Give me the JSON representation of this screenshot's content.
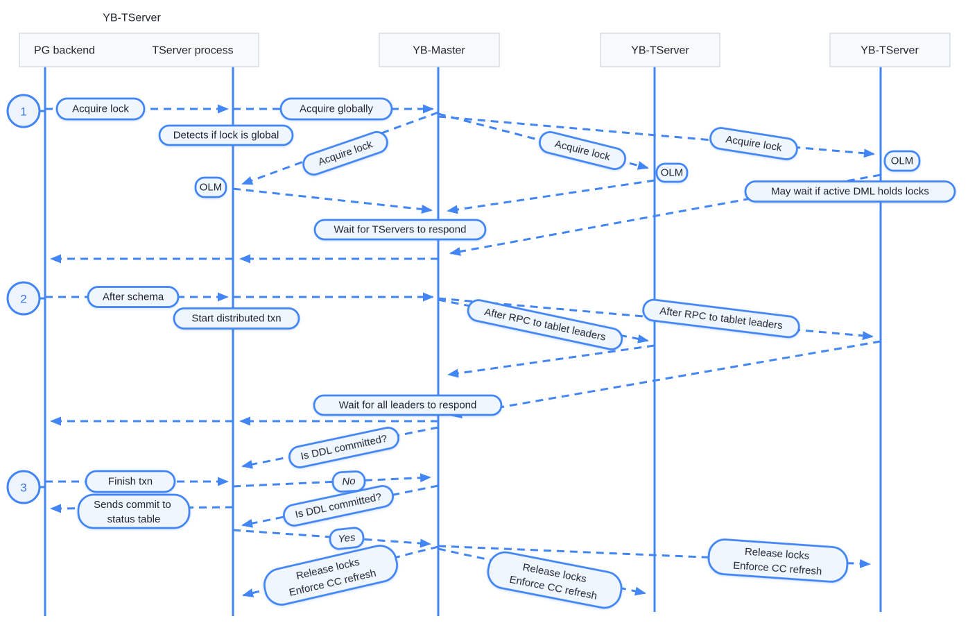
{
  "diagram": {
    "group_label": "YB-TServer",
    "actors": {
      "pg": "PG backend",
      "tsproc": "TServer process",
      "master": "YB-Master",
      "tserver1": "YB-TServer",
      "tserver2": "YB-TServer"
    },
    "step_numbers": [
      "1",
      "2",
      "3"
    ],
    "labels": {
      "acquire_lock": "Acquire lock",
      "acquire_globally": "Acquire globally",
      "detects_global": "Detects if lock is global",
      "olm": "OLM",
      "may_wait_dml": "May wait if active DML holds locks",
      "wait_tservers": "Wait for TServers to respond",
      "after_schema": "After schema",
      "start_distributed_txn": "Start distributed txn",
      "after_rpc_leaders": "After RPC to tablet leaders",
      "wait_leaders": "Wait for all leaders to respond",
      "is_ddl_committed": "Is DDL committed?",
      "finish_txn": "Finish txn",
      "no": "No",
      "yes": "Yes",
      "sends_commit_lines": [
        "Sends commit to",
        "status table"
      ],
      "release_locks_lines": [
        "Release locks",
        "Enforce CC refresh"
      ]
    },
    "colors": {
      "line_blue": "#4285f4",
      "bubble_fill": "#f0f6fe",
      "bubble_border": "#4285f4",
      "actor_box_fill": "#f8f9fb",
      "actor_box_border": "#d9dee6",
      "text_dark": "#1f2430"
    }
  }
}
